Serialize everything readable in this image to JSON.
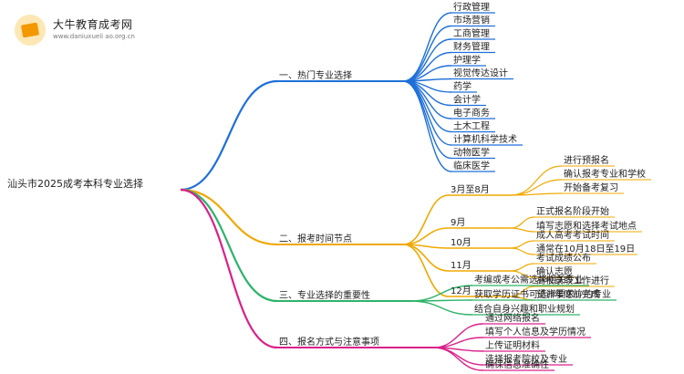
{
  "logo": {
    "name": "大牛教育成考网",
    "url": "www.daniuxueli ao.org.cn"
  },
  "root": "汕头市2025成考本科专业选择",
  "branches": [
    {
      "label": "一、热门专业选择",
      "color": "#1e6fd9",
      "children": [
        {
          "label": "行政管理"
        },
        {
          "label": "市场营销"
        },
        {
          "label": "工商管理"
        },
        {
          "label": "财务管理"
        },
        {
          "label": "护理学"
        },
        {
          "label": "视觉传达设计"
        },
        {
          "label": "药学"
        },
        {
          "label": "会计学"
        },
        {
          "label": "电子商务"
        },
        {
          "label": "土木工程"
        },
        {
          "label": "计算机科学技术"
        },
        {
          "label": "动物医学"
        },
        {
          "label": "临床医学"
        }
      ]
    },
    {
      "label": "二、报考时间节点",
      "color": "#f0a800",
      "children": [
        {
          "label": "3月至8月",
          "children": [
            {
              "label": "进行预报名"
            },
            {
              "label": "确认报考专业和学校"
            },
            {
              "label": "开始备考复习"
            }
          ]
        },
        {
          "label": "9月",
          "children": [
            {
              "label": "正式报名阶段开始"
            },
            {
              "label": "填写志愿和选择考试地点"
            }
          ]
        },
        {
          "label": "10月",
          "children": [
            {
              "label": "成人高考考试时间"
            },
            {
              "label": "通常在10月18日至19日"
            }
          ]
        },
        {
          "label": "11月",
          "children": [
            {
              "label": "考试成绩公布"
            },
            {
              "label": "确认志愿"
            }
          ]
        },
        {
          "label": "12月",
          "children": [
            {
              "label": "高校录取工作进行"
            },
            {
              "label": "预计年底前完成"
            }
          ]
        }
      ]
    },
    {
      "label": "三、专业选择的重要性",
      "color": "#2db36a",
      "children": [
        {
          "label": "考编或考公需选择相关专业"
        },
        {
          "label": "获取学历证书可选择要求少的专业"
        },
        {
          "label": "结合自身兴趣和职业规划"
        }
      ]
    },
    {
      "label": "四、报名方式与注意事项",
      "color": "#d9218a",
      "children": [
        {
          "label": "通过网络报名"
        },
        {
          "label": "填写个人信息及学历情况"
        },
        {
          "label": "上传证明材料"
        },
        {
          "label": "选择报考院校及专业"
        },
        {
          "label": "确保信息准确性"
        }
      ]
    }
  ]
}
